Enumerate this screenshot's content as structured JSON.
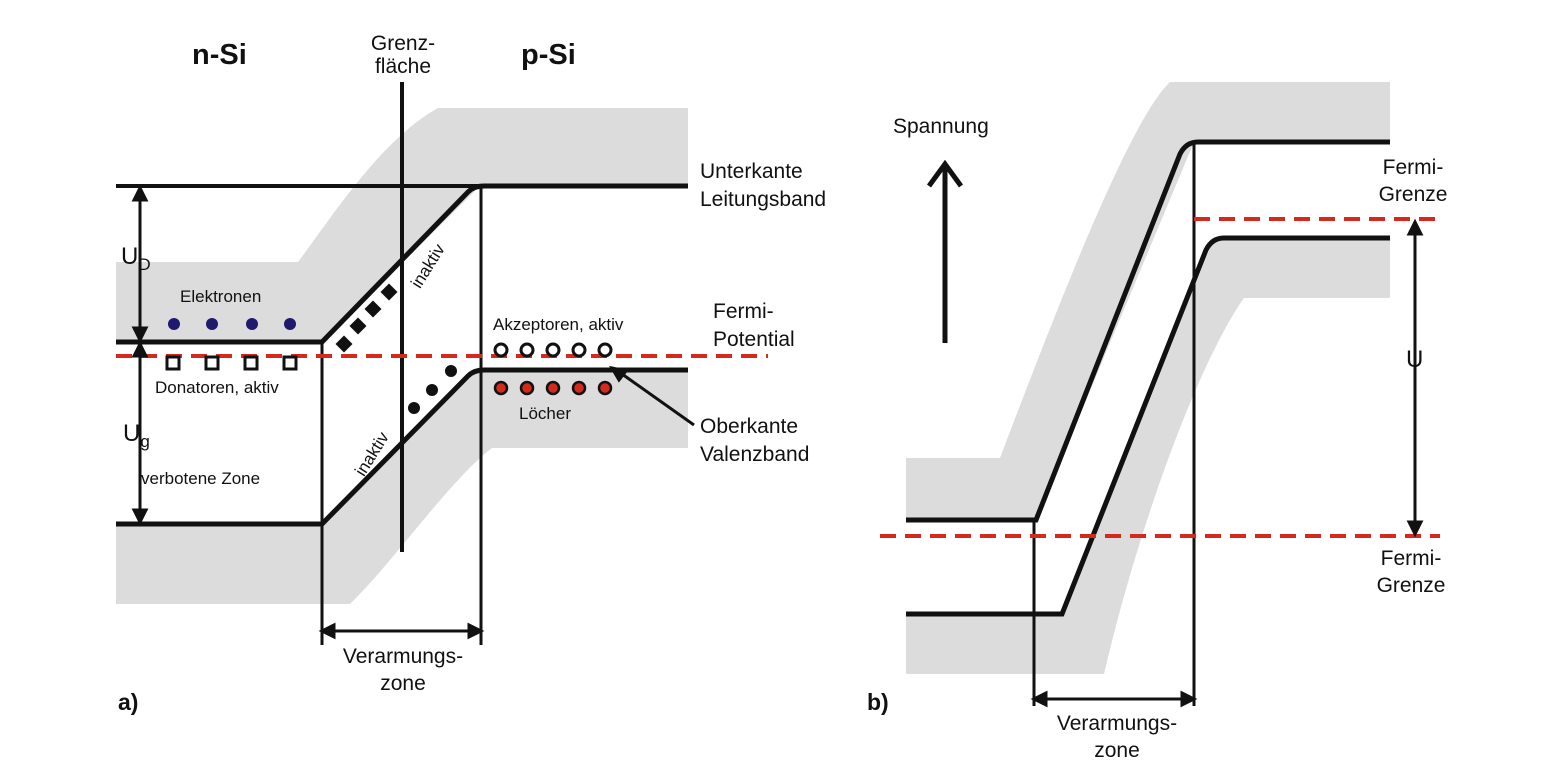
{
  "panel_a": {
    "caption": "a)",
    "n_side": "n-Si",
    "p_side": "p-Si",
    "interface": [
      "Grenz-",
      "fläche"
    ],
    "conduction_band_edge": [
      "Unterkante",
      "Leitungsband"
    ],
    "fermi_potential": [
      "Fermi-",
      "Potential"
    ],
    "valence_band_edge": [
      "Oberkante",
      "Valenzband"
    ],
    "u_d": {
      "main": "U",
      "sub": "D"
    },
    "u_g": {
      "main": "U",
      "sub": "g"
    },
    "electrons": "Elektronen",
    "donors_active": "Donatoren, aktiv",
    "acceptors_active": "Akzeptoren, aktiv",
    "holes": "Löcher",
    "forbidden_zone": "verbotene Zone",
    "inactive": "inaktiv",
    "depletion_zone": [
      "Verarmungs-",
      "zone"
    ]
  },
  "panel_b": {
    "caption": "b)",
    "voltage": "Spannung",
    "fermi_limit_top": [
      "Fermi-",
      "Grenze"
    ],
    "fermi_limit_bottom": [
      "Fermi-",
      "Grenze"
    ],
    "u": "U",
    "depletion_zone": [
      "Verarmungs-",
      "zone"
    ]
  },
  "colors": {
    "band_fill": "#dcdcdc",
    "line": "#111111",
    "fermi": "#d42a1e",
    "electron": "#1f1a6e",
    "hole": "#d42a1e"
  }
}
